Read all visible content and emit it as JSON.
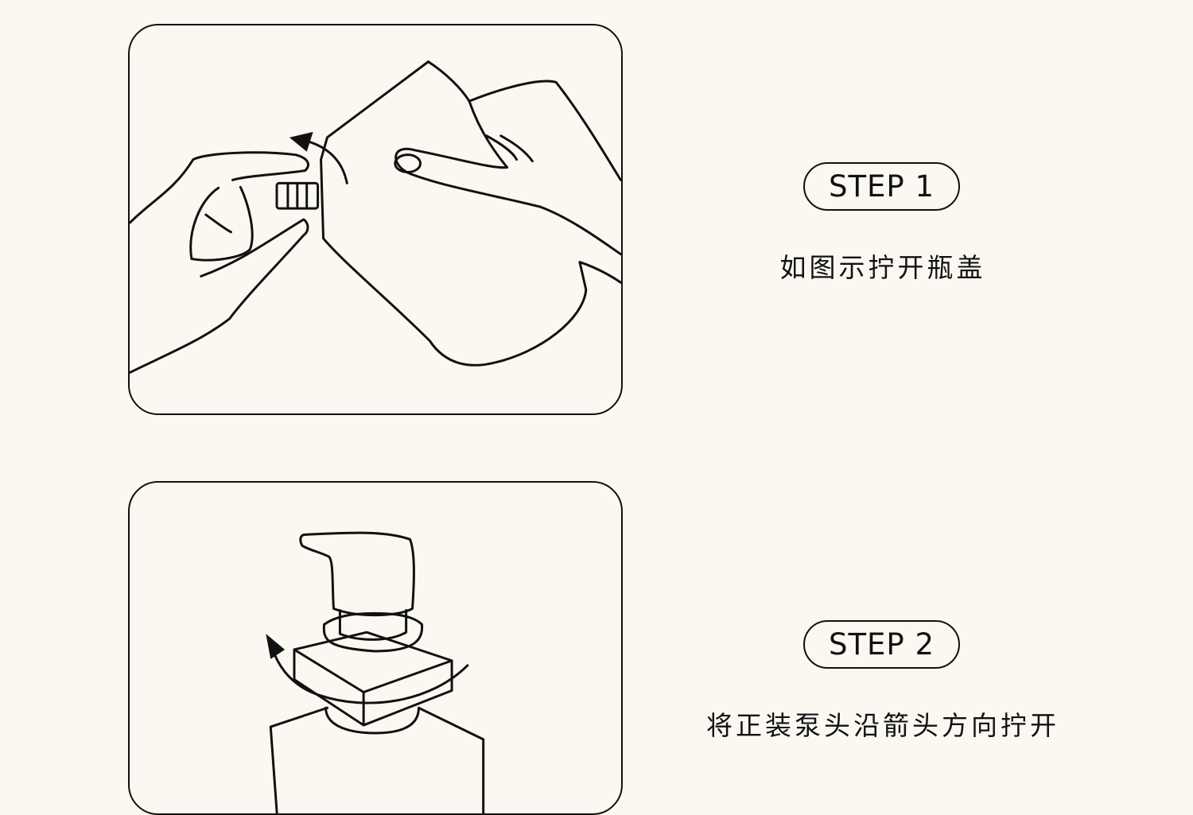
{
  "steps": [
    {
      "label": "STEP 1",
      "description": "如图示拧开瓶盖",
      "illustration": "hands-twisting-bottle-cap-icon"
    },
    {
      "label": "STEP 2",
      "description": "将正装泵头沿箭头方向拧开",
      "illustration": "pump-head-rotate-icon"
    }
  ],
  "colors": {
    "background": "#faf8f0",
    "ink": "#111111"
  }
}
